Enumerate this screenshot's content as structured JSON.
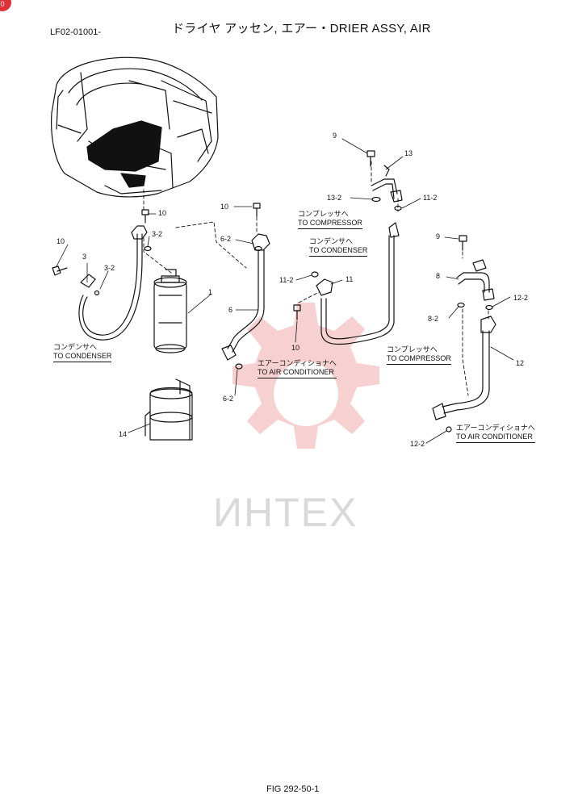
{
  "header": {
    "serial": "LF02-01001-",
    "title": "ドライヤ アッセン, エアー・DRIER ASSY, AIR"
  },
  "footer": {
    "figure": "FIG 292-50-1"
  },
  "watermark": {
    "text": "ИНТЕХ",
    "color": "#f3c6c6"
  },
  "badge": {
    "text": "0"
  },
  "colors": {
    "line": "#111111",
    "watermark": "#f6c9c9"
  },
  "part_labels": {
    "p1": "1",
    "p3": "3",
    "p3_2a": "3-2",
    "p3_2b": "3-2",
    "p6": "6",
    "p6_2a": "6-2",
    "p6_2b": "6-2",
    "p8": "8",
    "p8_2": "8-2",
    "p9a": "9",
    "p9b": "9",
    "p10a": "10",
    "p10b": "10",
    "p10c": "10",
    "p10d": "10",
    "p11": "11",
    "p11_2a": "11-2",
    "p11_2b": "11-2",
    "p12": "12",
    "p12_2a": "12-2",
    "p12_2b": "12-2",
    "p13": "13",
    "p13_2": "13-2",
    "p14": "14"
  },
  "callouts": {
    "to_condenser_left": {
      "jp": "コンデンサへ",
      "en": "TO CONDENSER"
    },
    "to_compressor_top": {
      "jp": "コンプレッサへ",
      "en": "TO COMPRESSOR"
    },
    "to_condenser_mid": {
      "jp": "コンデンサへ",
      "en": "TO CONDENSER"
    },
    "to_aircon_mid": {
      "jp": "エアーコンディショナへ",
      "en": "TO AIR CONDITIONER"
    },
    "to_compressor_right": {
      "jp": "コンプレッサへ",
      "en": "TO COMPRESSOR"
    },
    "to_aircon_right": {
      "jp": "エアーコンディショナへ",
      "en": "TO AIR CONDITIONER"
    }
  }
}
